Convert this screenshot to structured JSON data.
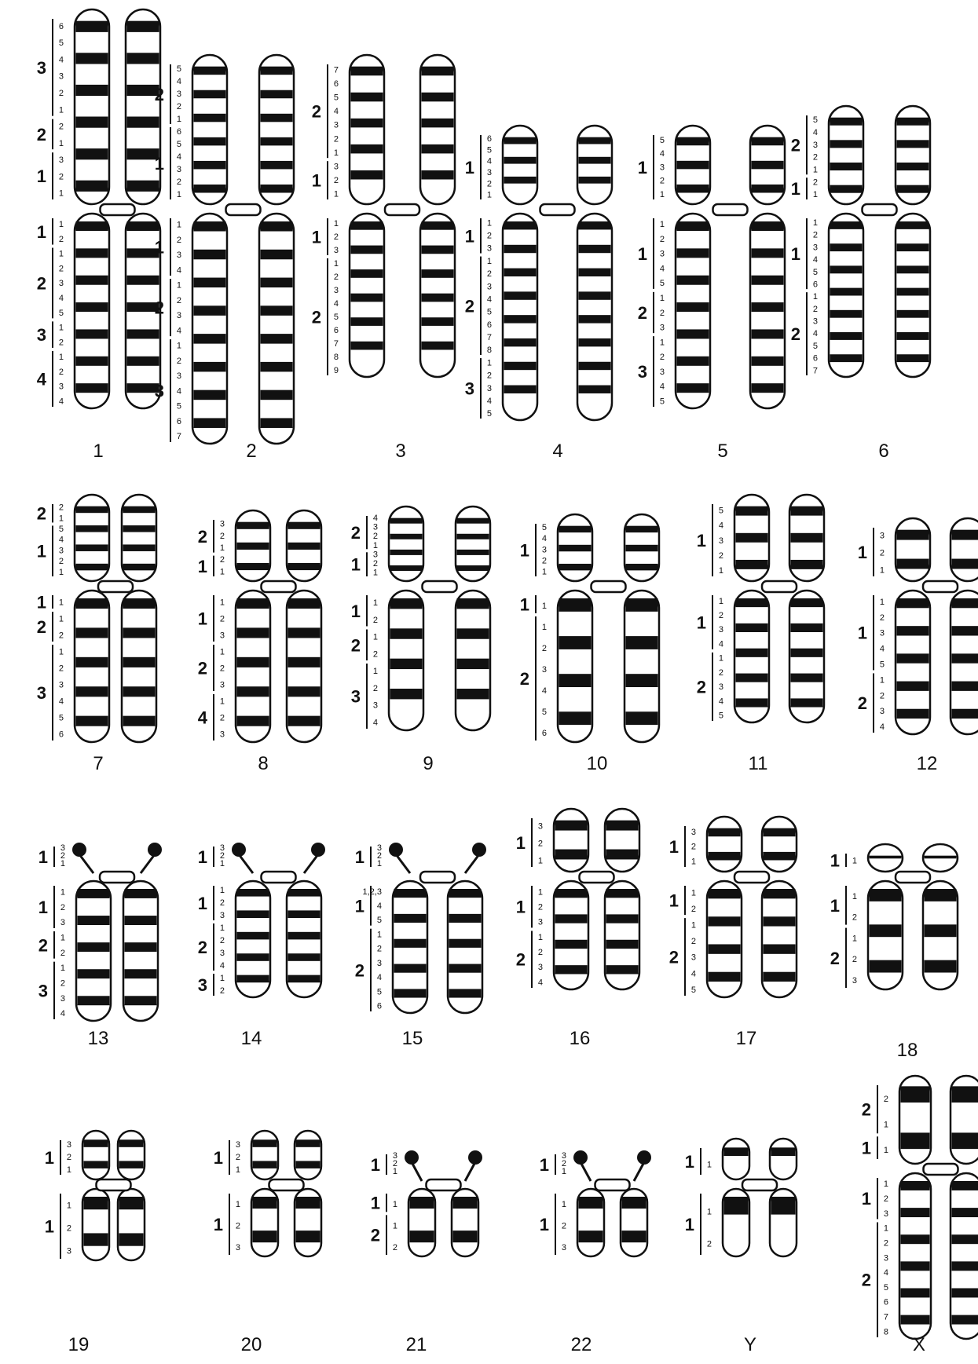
{
  "chromosomes": [
    {
      "id": "1",
      "label": "1",
      "p_regions": [
        {
          "region": "3",
          "bands": [
            "6",
            "5",
            "4",
            "3",
            "2",
            "1"
          ]
        },
        {
          "region": "2",
          "bands": [
            "2",
            "1"
          ]
        },
        {
          "region": "1",
          "bands": [
            "3",
            "2",
            "1"
          ]
        }
      ],
      "q_regions": [
        {
          "region": "1",
          "bands": [
            "1",
            "2"
          ]
        },
        {
          "region": "2",
          "bands": [
            "1",
            "2",
            "3",
            "4",
            "5"
          ]
        },
        {
          "region": "3",
          "bands": [
            "1",
            "2"
          ]
        },
        {
          "region": "4",
          "bands": [
            "1",
            "2",
            "3",
            "4"
          ]
        }
      ]
    },
    {
      "id": "2",
      "label": "2",
      "p_regions": [
        {
          "region": "2",
          "bands": [
            "5",
            "4",
            "3",
            "2",
            "1"
          ]
        },
        {
          "region": "1",
          "bands": [
            "6",
            "5",
            "4",
            "3",
            "2",
            "1"
          ]
        }
      ],
      "q_regions": [
        {
          "region": "1",
          "bands": [
            "1",
            "2",
            "3",
            "4"
          ]
        },
        {
          "region": "2",
          "bands": [
            "1",
            "2",
            "3",
            "4"
          ]
        },
        {
          "region": "3",
          "bands": [
            "1",
            "2",
            "3",
            "4",
            "5",
            "6",
            "7"
          ]
        }
      ]
    },
    {
      "id": "3",
      "label": "3",
      "p_regions": [
        {
          "region": "2",
          "bands": [
            "7",
            "6",
            "5",
            "4",
            "3",
            "2",
            "1"
          ]
        },
        {
          "region": "1",
          "bands": [
            "3",
            "2",
            "1"
          ]
        }
      ],
      "q_regions": [
        {
          "region": "1",
          "bands": [
            "1",
            "2",
            "3"
          ]
        },
        {
          "region": "2",
          "bands": [
            "1",
            "2",
            "3",
            "4",
            "5",
            "6",
            "7",
            "8",
            "9"
          ]
        }
      ]
    },
    {
      "id": "4",
      "label": "4",
      "p_regions": [
        {
          "region": "1",
          "bands": [
            "6",
            "5",
            "4",
            "3",
            "2",
            "1"
          ]
        }
      ],
      "q_regions": [
        {
          "region": "1",
          "bands": [
            "1",
            "2",
            "3"
          ]
        },
        {
          "region": "2",
          "bands": [
            "1",
            "2",
            "3",
            "4",
            "5",
            "6",
            "7",
            "8"
          ]
        },
        {
          "region": "3",
          "bands": [
            "1",
            "2",
            "3",
            "4",
            "5"
          ]
        }
      ]
    },
    {
      "id": "5",
      "label": "5",
      "p_regions": [
        {
          "region": "1",
          "bands": [
            "5",
            "4",
            "3",
            "2",
            "1"
          ]
        }
      ],
      "q_regions": [
        {
          "region": "1",
          "bands": [
            "1",
            "2",
            "3",
            "4",
            "5"
          ]
        },
        {
          "region": "2",
          "bands": [
            "1",
            "2",
            "3"
          ]
        },
        {
          "region": "3",
          "bands": [
            "1",
            "2",
            "3",
            "4",
            "5"
          ]
        }
      ]
    },
    {
      "id": "6",
      "label": "6",
      "p_regions": [
        {
          "region": "2",
          "bands": [
            "5",
            "4",
            "3",
            "2",
            "1"
          ]
        },
        {
          "region": "1",
          "bands": [
            "2",
            "1"
          ]
        }
      ],
      "q_regions": [
        {
          "region": "1",
          "bands": [
            "1",
            "2",
            "3",
            "4",
            "5",
            "6"
          ]
        },
        {
          "region": "2",
          "bands": [
            "1",
            "2",
            "3",
            "4",
            "5",
            "6",
            "7"
          ]
        }
      ]
    },
    {
      "id": "7",
      "label": "7",
      "p_regions": [
        {
          "region": "2",
          "bands": [
            "2",
            "1"
          ]
        },
        {
          "region": "1",
          "bands": [
            "5",
            "4",
            "3",
            "2",
            "1"
          ]
        }
      ],
      "q_regions": [
        {
          "region": "1",
          "bands": [
            "1"
          ]
        },
        {
          "region": "2",
          "bands": [
            "1",
            "2"
          ]
        },
        {
          "region": "3",
          "bands": [
            "1",
            "2",
            "3",
            "4",
            "5",
            "6"
          ]
        }
      ]
    },
    {
      "id": "8",
      "label": "8",
      "p_regions": [
        {
          "region": "2",
          "bands": [
            "3",
            "2",
            "1"
          ]
        },
        {
          "region": "1",
          "bands": [
            "2",
            "1"
          ]
        }
      ],
      "q_regions": [
        {
          "region": "1",
          "bands": [
            "1",
            "2",
            "3"
          ]
        },
        {
          "region": "2",
          "bands": [
            "1",
            "2",
            "3"
          ]
        },
        {
          "region": "4",
          "bands": [
            "1",
            "2",
            "3"
          ]
        }
      ]
    },
    {
      "id": "9",
      "label": "9",
      "p_regions": [
        {
          "region": "2",
          "bands": [
            "4",
            "3",
            "2",
            "1"
          ]
        },
        {
          "region": "1",
          "bands": [
            "3",
            "2",
            "1"
          ]
        }
      ],
      "q_regions": [
        {
          "region": "1",
          "bands": [
            "1",
            "2"
          ]
        },
        {
          "region": "2",
          "bands": [
            "1",
            "2"
          ]
        },
        {
          "region": "3",
          "bands": [
            "1",
            "2",
            "3",
            "4"
          ]
        }
      ]
    },
    {
      "id": "10",
      "label": "10",
      "p_regions": [
        {
          "region": "1",
          "bands": [
            "5",
            "4",
            "3",
            "2",
            "1"
          ]
        }
      ],
      "q_regions": [
        {
          "region": "1",
          "bands": [
            "1"
          ]
        },
        {
          "region": "2",
          "bands": [
            "1",
            "2",
            "3",
            "4",
            "5",
            "6"
          ]
        }
      ]
    },
    {
      "id": "11",
      "label": "11",
      "p_regions": [
        {
          "region": "1",
          "bands": [
            "5",
            "4",
            "3",
            "2",
            "1"
          ]
        }
      ],
      "q_regions": [
        {
          "region": "1",
          "bands": [
            "1",
            "2",
            "3",
            "4"
          ]
        },
        {
          "region": "2",
          "bands": [
            "1",
            "2",
            "3",
            "4",
            "5"
          ]
        }
      ]
    },
    {
      "id": "12",
      "label": "12",
      "p_regions": [
        {
          "region": "1",
          "bands": [
            "3",
            "2",
            "1"
          ]
        }
      ],
      "q_regions": [
        {
          "region": "1",
          "bands": [
            "1",
            "2",
            "3",
            "4",
            "5"
          ]
        },
        {
          "region": "2",
          "bands": [
            "1",
            "2",
            "3",
            "4"
          ]
        }
      ]
    },
    {
      "id": "13",
      "label": "13",
      "p_regions": [
        {
          "region": "1",
          "bands": [
            "3",
            "2",
            "1"
          ]
        }
      ],
      "q_regions": [
        {
          "region": "1",
          "bands": [
            "1",
            "2",
            "3"
          ]
        },
        {
          "region": "2",
          "bands": [
            "1",
            "2"
          ]
        },
        {
          "region": "3",
          "bands": [
            "1",
            "2",
            "3",
            "4"
          ]
        }
      ]
    },
    {
      "id": "14",
      "label": "14",
      "p_regions": [
        {
          "region": "1",
          "bands": [
            "3",
            "2",
            "1"
          ]
        }
      ],
      "q_regions": [
        {
          "region": "1",
          "bands": [
            "1",
            "2",
            "3"
          ]
        },
        {
          "region": "2",
          "bands": [
            "1",
            "2",
            "3",
            "4"
          ]
        },
        {
          "region": "3",
          "bands": [
            "1",
            "2"
          ]
        }
      ]
    },
    {
      "id": "15",
      "label": "15",
      "p_regions": [
        {
          "region": "1",
          "bands": [
            "3",
            "2",
            "1"
          ]
        }
      ],
      "q_regions": [
        {
          "region": "1",
          "bands": [
            "1,2,3",
            "4",
            "5"
          ]
        },
        {
          "region": "2",
          "bands": [
            "1",
            "2",
            "3",
            "4",
            "5",
            "6"
          ]
        }
      ]
    },
    {
      "id": "16",
      "label": "16",
      "p_regions": [
        {
          "region": "1",
          "bands": [
            "3",
            "2",
            "1"
          ]
        }
      ],
      "q_regions": [
        {
          "region": "1",
          "bands": [
            "1",
            "2",
            "3"
          ]
        },
        {
          "region": "2",
          "bands": [
            "1",
            "2",
            "3",
            "4"
          ]
        }
      ]
    },
    {
      "id": "17",
      "label": "17",
      "p_regions": [
        {
          "region": "1",
          "bands": [
            "3",
            "2",
            "1"
          ]
        }
      ],
      "q_regions": [
        {
          "region": "1",
          "bands": [
            "1",
            "2"
          ]
        },
        {
          "region": "2",
          "bands": [
            "1",
            "2",
            "3",
            "4",
            "5"
          ]
        }
      ]
    },
    {
      "id": "18",
      "label": "18",
      "p_regions": [
        {
          "region": "1",
          "bands": [
            "1"
          ]
        }
      ],
      "q_regions": [
        {
          "region": "1",
          "bands": [
            "1",
            "2"
          ]
        },
        {
          "region": "2",
          "bands": [
            "1",
            "2",
            "3"
          ]
        }
      ]
    },
    {
      "id": "19",
      "label": "19",
      "p_regions": [
        {
          "region": "1",
          "bands": [
            "3",
            "2",
            "1"
          ]
        }
      ],
      "q_regions": [
        {
          "region": "1",
          "bands": [
            "1",
            "2",
            "3"
          ]
        }
      ]
    },
    {
      "id": "20",
      "label": "20",
      "p_regions": [
        {
          "region": "1",
          "bands": [
            "3",
            "2",
            "1"
          ]
        }
      ],
      "q_regions": [
        {
          "region": "1",
          "bands": [
            "1",
            "2",
            "3"
          ]
        }
      ]
    },
    {
      "id": "21",
      "label": "21",
      "p_regions": [
        {
          "region": "1",
          "bands": [
            "3",
            "2",
            "1"
          ]
        }
      ],
      "q_regions": [
        {
          "region": "1",
          "bands": [
            "1"
          ]
        },
        {
          "region": "2",
          "bands": [
            "1",
            "2"
          ]
        }
      ]
    },
    {
      "id": "22",
      "label": "22",
      "p_regions": [
        {
          "region": "1",
          "bands": [
            "3",
            "2",
            "1"
          ]
        }
      ],
      "q_regions": [
        {
          "region": "1",
          "bands": [
            "1",
            "2",
            "3"
          ]
        }
      ]
    },
    {
      "id": "Y",
      "label": "Y",
      "p_regions": [
        {
          "region": "1",
          "bands": [
            "1"
          ]
        }
      ],
      "q_regions": [
        {
          "region": "1",
          "bands": [
            "1",
            "2"
          ]
        }
      ]
    },
    {
      "id": "X",
      "label": "X",
      "p_regions": [
        {
          "region": "2",
          "bands": [
            "2",
            "1"
          ]
        },
        {
          "region": "1",
          "bands": [
            "1"
          ]
        }
      ],
      "q_regions": [
        {
          "region": "1",
          "bands": [
            "1",
            "2",
            "3"
          ]
        },
        {
          "region": "2",
          "bands": [
            "1",
            "2",
            "3",
            "4",
            "5",
            "6",
            "7",
            "8"
          ]
        }
      ]
    }
  ],
  "colors": {
    "band_dark": "#111111",
    "outline": "#111111",
    "background": "#ffffff"
  }
}
